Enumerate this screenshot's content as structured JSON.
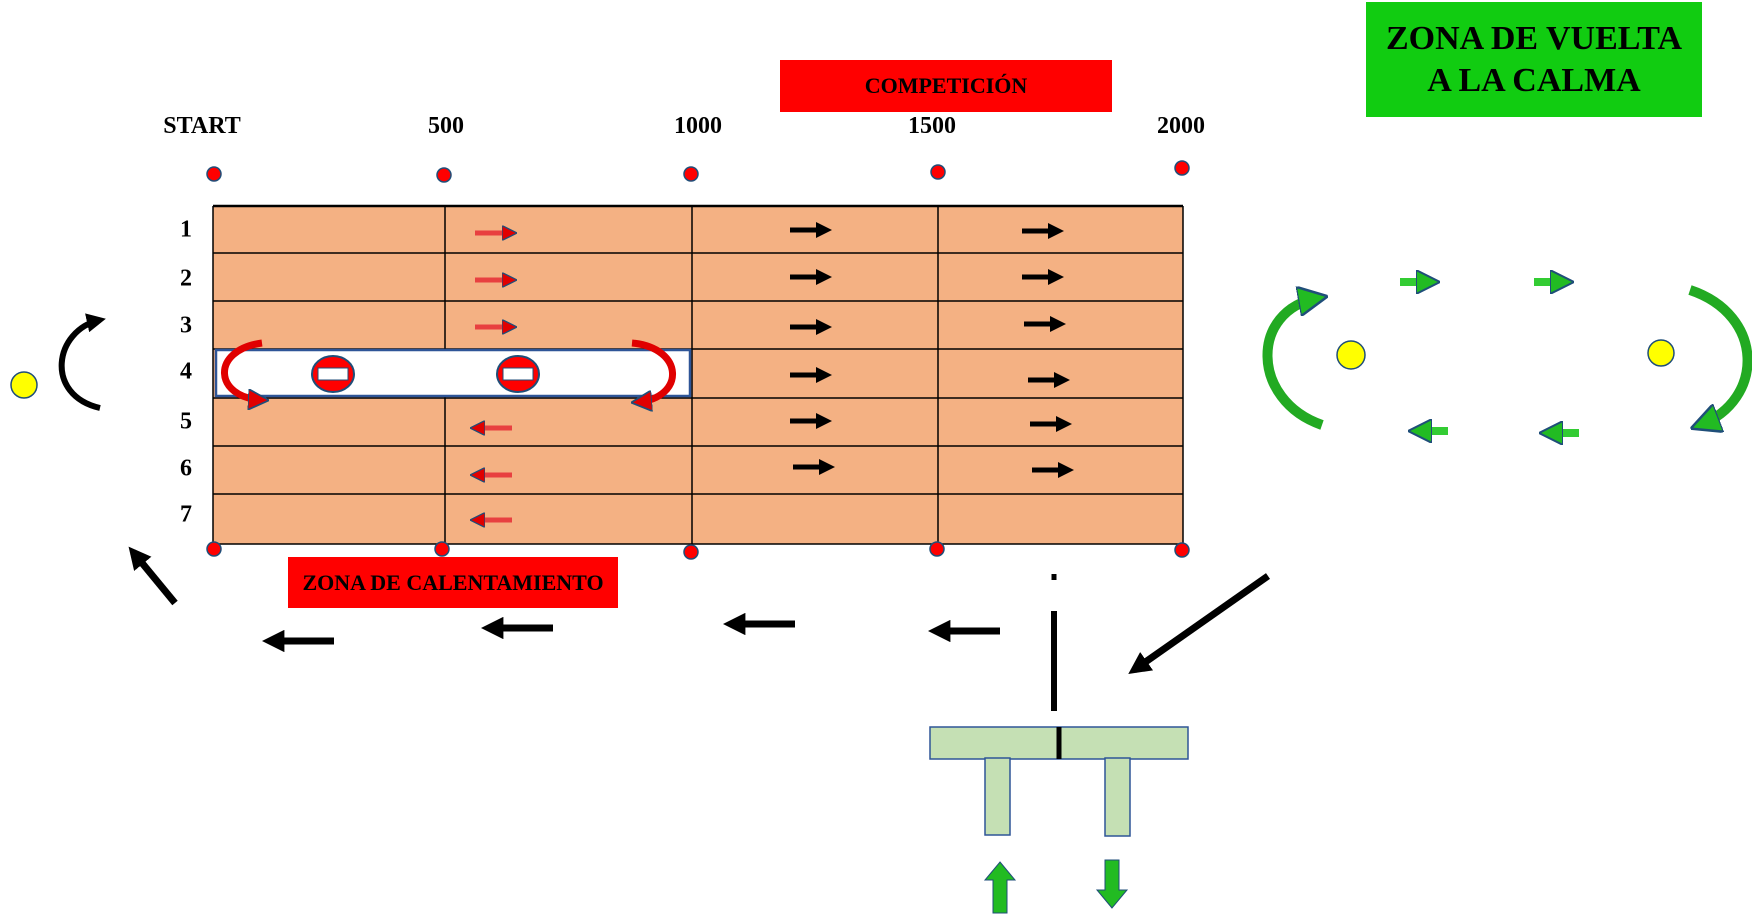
{
  "competition_label": "COMPETICIÓN",
  "warmup_label": "ZONA DE CALENTAMIENTO",
  "cooldown_label": {
    "line1": "ZONA DE VUELTA",
    "line2": "A LA CALMA"
  },
  "distances": [
    "START",
    "500",
    "1000",
    "1500",
    "2000"
  ],
  "lanes": [
    "1",
    "2",
    "3",
    "4",
    "5",
    "6",
    "7"
  ],
  "colors": {
    "track": "#f4b183",
    "banner": "#ff0000",
    "calm_zone": "#11cc11",
    "buoy_red": "#ff0000",
    "buoy_yellow": "#ffff00",
    "pontoon": "#c5e0b4",
    "green_arrow": "#33cc33"
  }
}
